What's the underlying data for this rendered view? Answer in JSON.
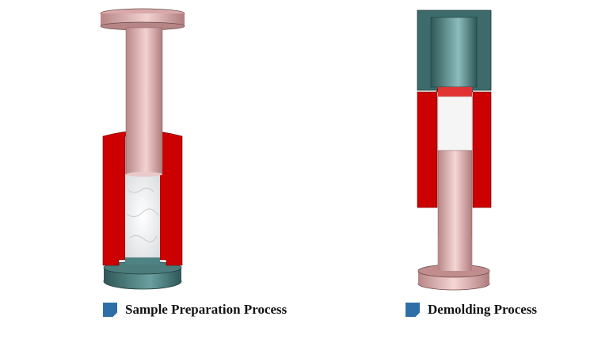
{
  "figure": {
    "panels": [
      {
        "id": "sample-preparation",
        "caption": "Sample Preparation Process"
      },
      {
        "id": "demolding",
        "caption": "Demolding Process"
      }
    ],
    "colors": {
      "mold_red": "#cc0000",
      "punch_pink": "#c99a9a",
      "base_teal": "#3d6b6b",
      "sample_white": "#f2f2f2",
      "bullet_blue": "#2f6fa7"
    }
  }
}
